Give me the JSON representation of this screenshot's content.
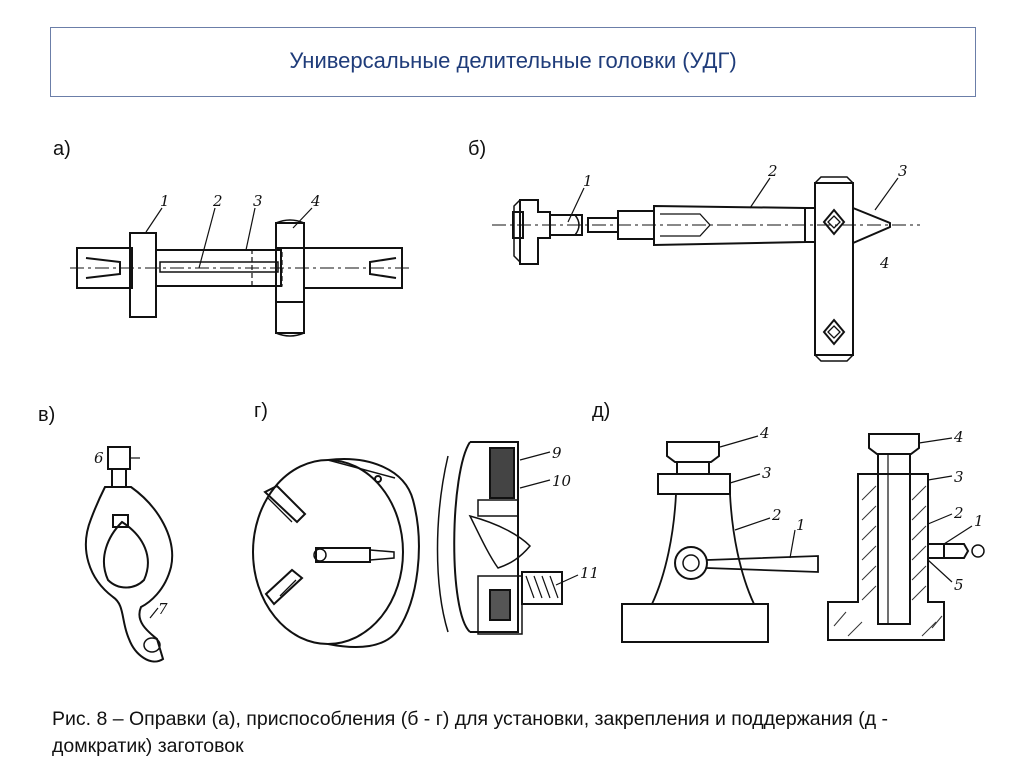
{
  "title": "Универсальные делительные головки (УДГ)",
  "panels": {
    "a": "а)",
    "b": "б)",
    "v": "в)",
    "g": "г)",
    "d": "д)"
  },
  "callouts": {
    "a": [
      "1",
      "2",
      "3",
      "4"
    ],
    "b": [
      "1",
      "2",
      "3",
      "4"
    ],
    "v": [
      "6",
      "7"
    ],
    "g": [
      "9",
      "10",
      "11"
    ],
    "d_left": [
      "4",
      "3",
      "2",
      "1"
    ],
    "d_right": [
      "4",
      "3",
      "2",
      "1",
      "5"
    ]
  },
  "caption": "Рис. 8 – Оправки (а), приспособления (б - г) для установки, закрепления и поддержания (д - домкратик) заготовок"
}
